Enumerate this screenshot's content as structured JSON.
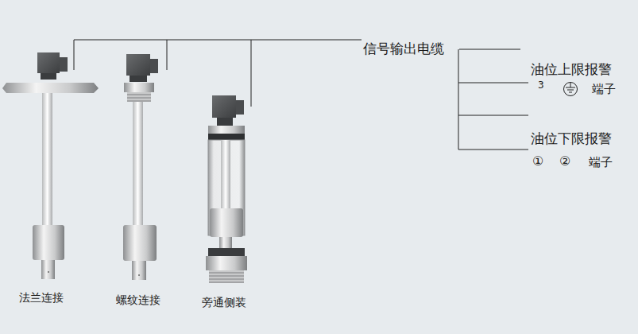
{
  "diagram": {
    "labels": [
      "法兰连接",
      "螺纹连接",
      "旁通侧装",
      "信号输出电缆",
      "油位上限报警",
      "3",
      "端子",
      "油位下限报警",
      "①",
      "②",
      "端子"
    ]
  }
}
